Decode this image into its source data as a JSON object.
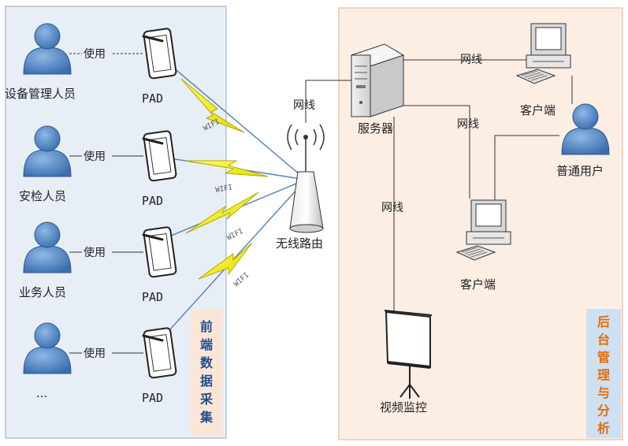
{
  "colors": {
    "left_panel_bg": "#e8eef5",
    "left_panel_border": "#8eaccb",
    "right_panel_bg": "#fdeee4",
    "right_panel_border": "#e5b090",
    "person_blue": "#4f86c6",
    "left_tag_bg": "#fbe5d6",
    "left_tag_text": "#1f4e8c",
    "right_tag_bg": "#cfe0f3",
    "right_tag_text": "#e36c09",
    "bolt": "#ffff00"
  },
  "left_group": {
    "title_chars": [
      "前",
      "端",
      "数",
      "据",
      "采",
      "集"
    ],
    "users": [
      {
        "name": "设备管理人员",
        "link": "使用",
        "device": "PAD"
      },
      {
        "name": "安检人员",
        "link": "使用",
        "device": "PAD"
      },
      {
        "name": "业务人员",
        "link": "使用",
        "device": "PAD"
      },
      {
        "name": "...",
        "link": "使用",
        "device": "PAD"
      }
    ],
    "wifi_label": "WIFI"
  },
  "router": {
    "label": "无线路由",
    "link_label": "网线"
  },
  "right_group": {
    "title_chars": [
      "后",
      "台",
      "管",
      "理",
      "与",
      "分",
      "析"
    ],
    "server": {
      "label": "服务器"
    },
    "client_top": {
      "label": "客户端",
      "link_label": "网线"
    },
    "client_mid": {
      "label": "客户端",
      "link_label": "网线"
    },
    "user": {
      "label": "普通用户"
    },
    "monitor": {
      "label": "视频监控",
      "link_label": "网线"
    }
  }
}
